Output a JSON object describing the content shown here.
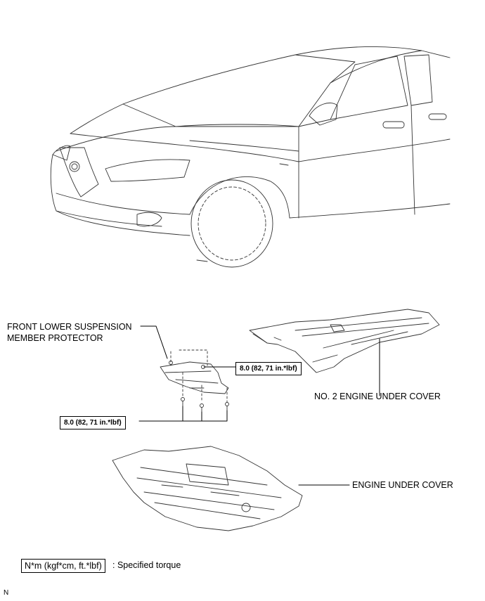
{
  "labels": {
    "front_lower_line1": "FRONT LOWER SUSPENSION",
    "front_lower_line2": "MEMBER PROTECTOR",
    "no2_engine_under_cover": "NO. 2 ENGINE UNDER COVER",
    "engine_under_cover": "ENGINE UNDER COVER"
  },
  "torque": {
    "upper": "8.0 (82, 71 in.*lbf)",
    "lower": "8.0 (82, 71 in.*lbf)"
  },
  "legend": {
    "unit": "N*m (kgf*cm, ft.*lbf)",
    "description": ": Specified torque"
  },
  "code": "N"
}
